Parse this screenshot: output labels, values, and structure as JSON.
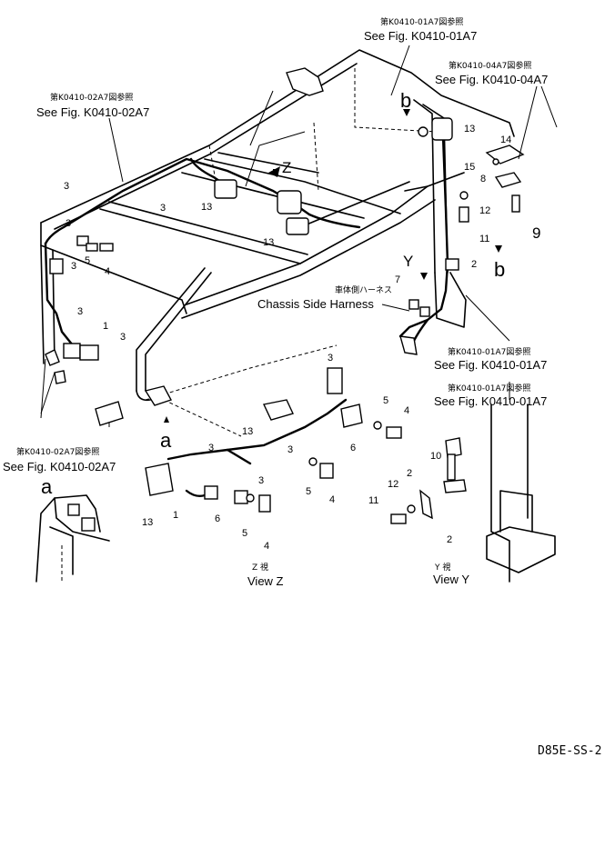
{
  "references": {
    "top_right_1": {
      "jp": "第K0410-01A7図参照",
      "en": "See Fig. K0410-01A7"
    },
    "top_right_2": {
      "jp": "第K0410-04A7図参照",
      "en": "See Fig. K0410-04A7"
    },
    "top_left": {
      "jp": "第K0410-02A7図参照",
      "en": "See Fig. K0410-02A7"
    },
    "mid_left": {
      "jp": "第K0410-02A7図参照",
      "en": "See Fig. K0410-02A7"
    },
    "mid_right_1": {
      "jp": "第K0410-01A7図参照",
      "en": "See Fig. K0410-01A7"
    },
    "mid_right_2": {
      "jp": "第K0410-01A7図参照",
      "en": "See Fig. K0410-01A7"
    }
  },
  "harness": {
    "jp": "車体側ハーネス",
    "en": "Chassis Side Harness"
  },
  "view_z": {
    "jp": "Z 視",
    "en": "View Z"
  },
  "view_y": {
    "jp": "Y 視",
    "en": "View Y"
  },
  "markers": {
    "a": "a",
    "b": "b",
    "z": "Z",
    "y": "Y"
  },
  "part_numbers": {
    "n1": "1",
    "n2": "2",
    "n3": "3",
    "n4": "4",
    "n5": "5",
    "n6": "6",
    "n7": "7",
    "n8": "8",
    "n9": "9",
    "n10": "10",
    "n11": "11",
    "n12": "12",
    "n13": "13",
    "n14": "14",
    "n15": "15"
  },
  "drawing_code": "D85E-SS-2"
}
